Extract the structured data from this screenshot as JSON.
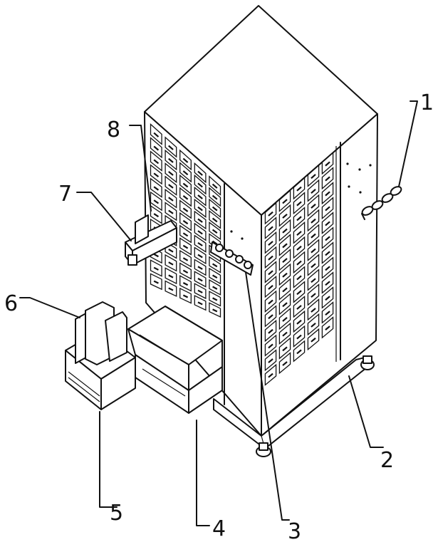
{
  "figure": {
    "callouts": [
      {
        "key": "c1",
        "label": "1"
      },
      {
        "key": "c2",
        "label": "2"
      },
      {
        "key": "c3",
        "label": "3"
      },
      {
        "key": "c4",
        "label": "4"
      },
      {
        "key": "c5",
        "label": "5"
      },
      {
        "key": "c6",
        "label": "6"
      },
      {
        "key": "c7",
        "label": "7"
      },
      {
        "key": "c8",
        "label": "8"
      }
    ]
  }
}
